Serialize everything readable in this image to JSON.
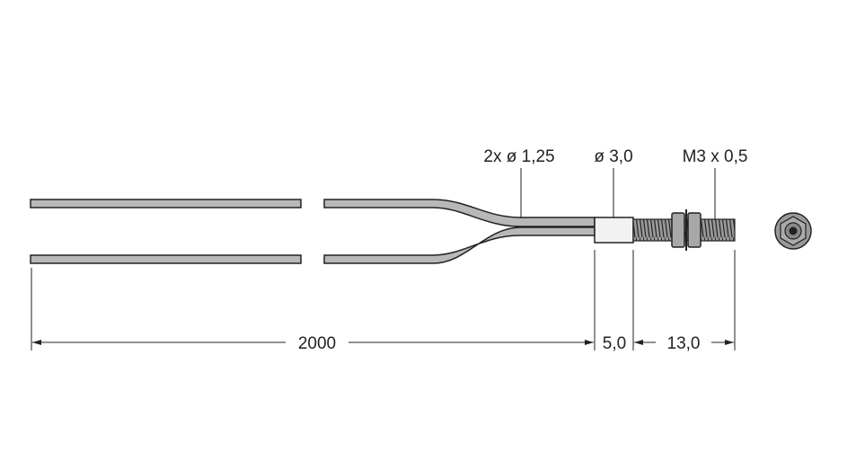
{
  "labels": {
    "fiber_diameter": "2x ø 1,25",
    "sleeve_diameter": "ø 3,0",
    "thread": "M3 x 0,5",
    "cable_length": "2000",
    "sleeve_length": "5,0",
    "thread_length": "13,0"
  },
  "colors": {
    "fiber": "#b8b8b8",
    "outline": "#222222",
    "sleeve": "#f2f2f2"
  }
}
